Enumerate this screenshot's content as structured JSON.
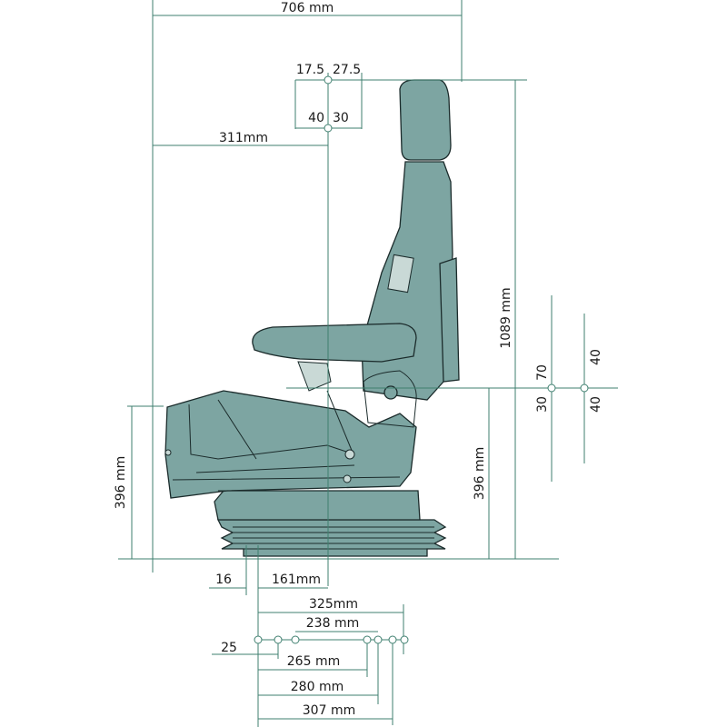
{
  "title": "Seat dimension drawing",
  "colors": {
    "dimension_line": "#3f7f6f",
    "seat_fill": "#7da5a2",
    "outline": "#1b2b2b"
  },
  "dimensions": {
    "overall_width": "706 mm",
    "head_fore": "17.5",
    "head_aft": "27.5",
    "head_fore2": "40",
    "head_aft2": "30",
    "front_to_center": "311mm",
    "overall_height": "1089 mm",
    "seat_height_right": "396 mm",
    "seat_height_left": "396 mm",
    "adj_up": "70",
    "adj_down": "30",
    "susp_up": "40",
    "susp_down": "40",
    "offset_16": "16",
    "offset_161": "161mm",
    "rail_325": "325mm",
    "rail_238": "238 mm",
    "rail_25": "25",
    "rail_265": "265 mm",
    "rail_280": "280 mm",
    "rail_307": "307 mm"
  }
}
